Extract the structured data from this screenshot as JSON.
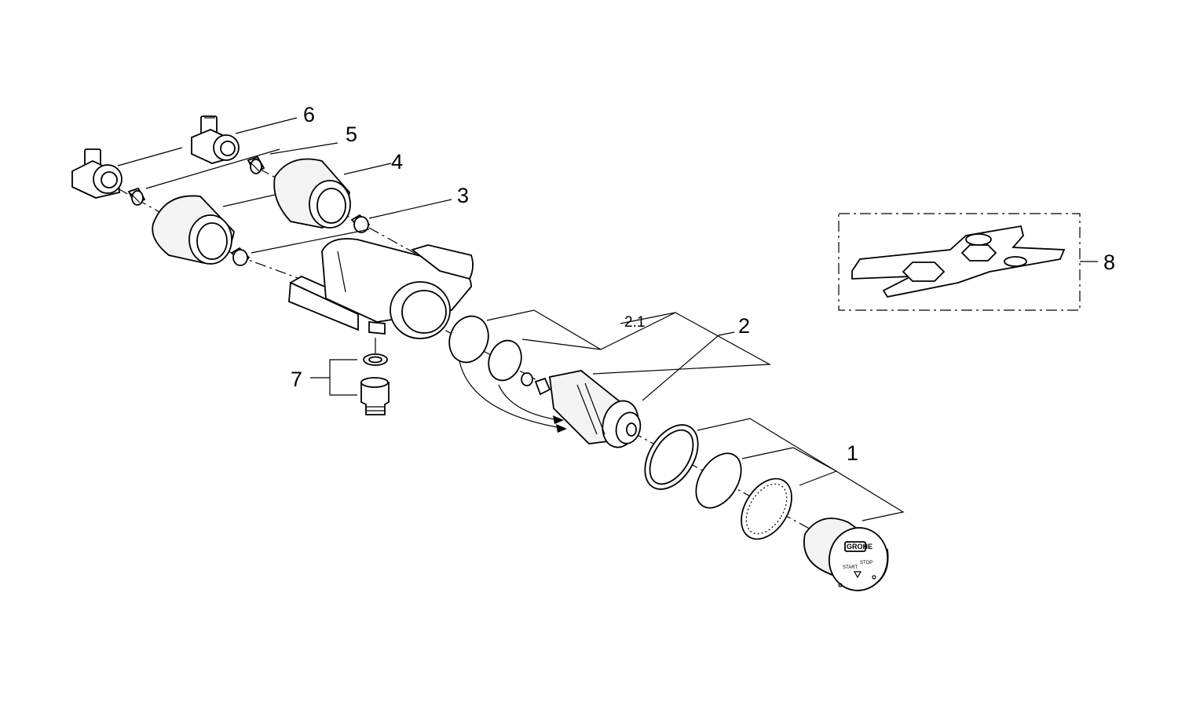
{
  "callouts": {
    "p1": "1",
    "p2": "2",
    "p2_1": "2.1",
    "p3": "3",
    "p4": "4",
    "p5": "5",
    "p6": "6",
    "p7": "7",
    "p8": "8"
  },
  "push_button": {
    "logo": "GROHE",
    "start": "START",
    "stop": "STOP"
  }
}
